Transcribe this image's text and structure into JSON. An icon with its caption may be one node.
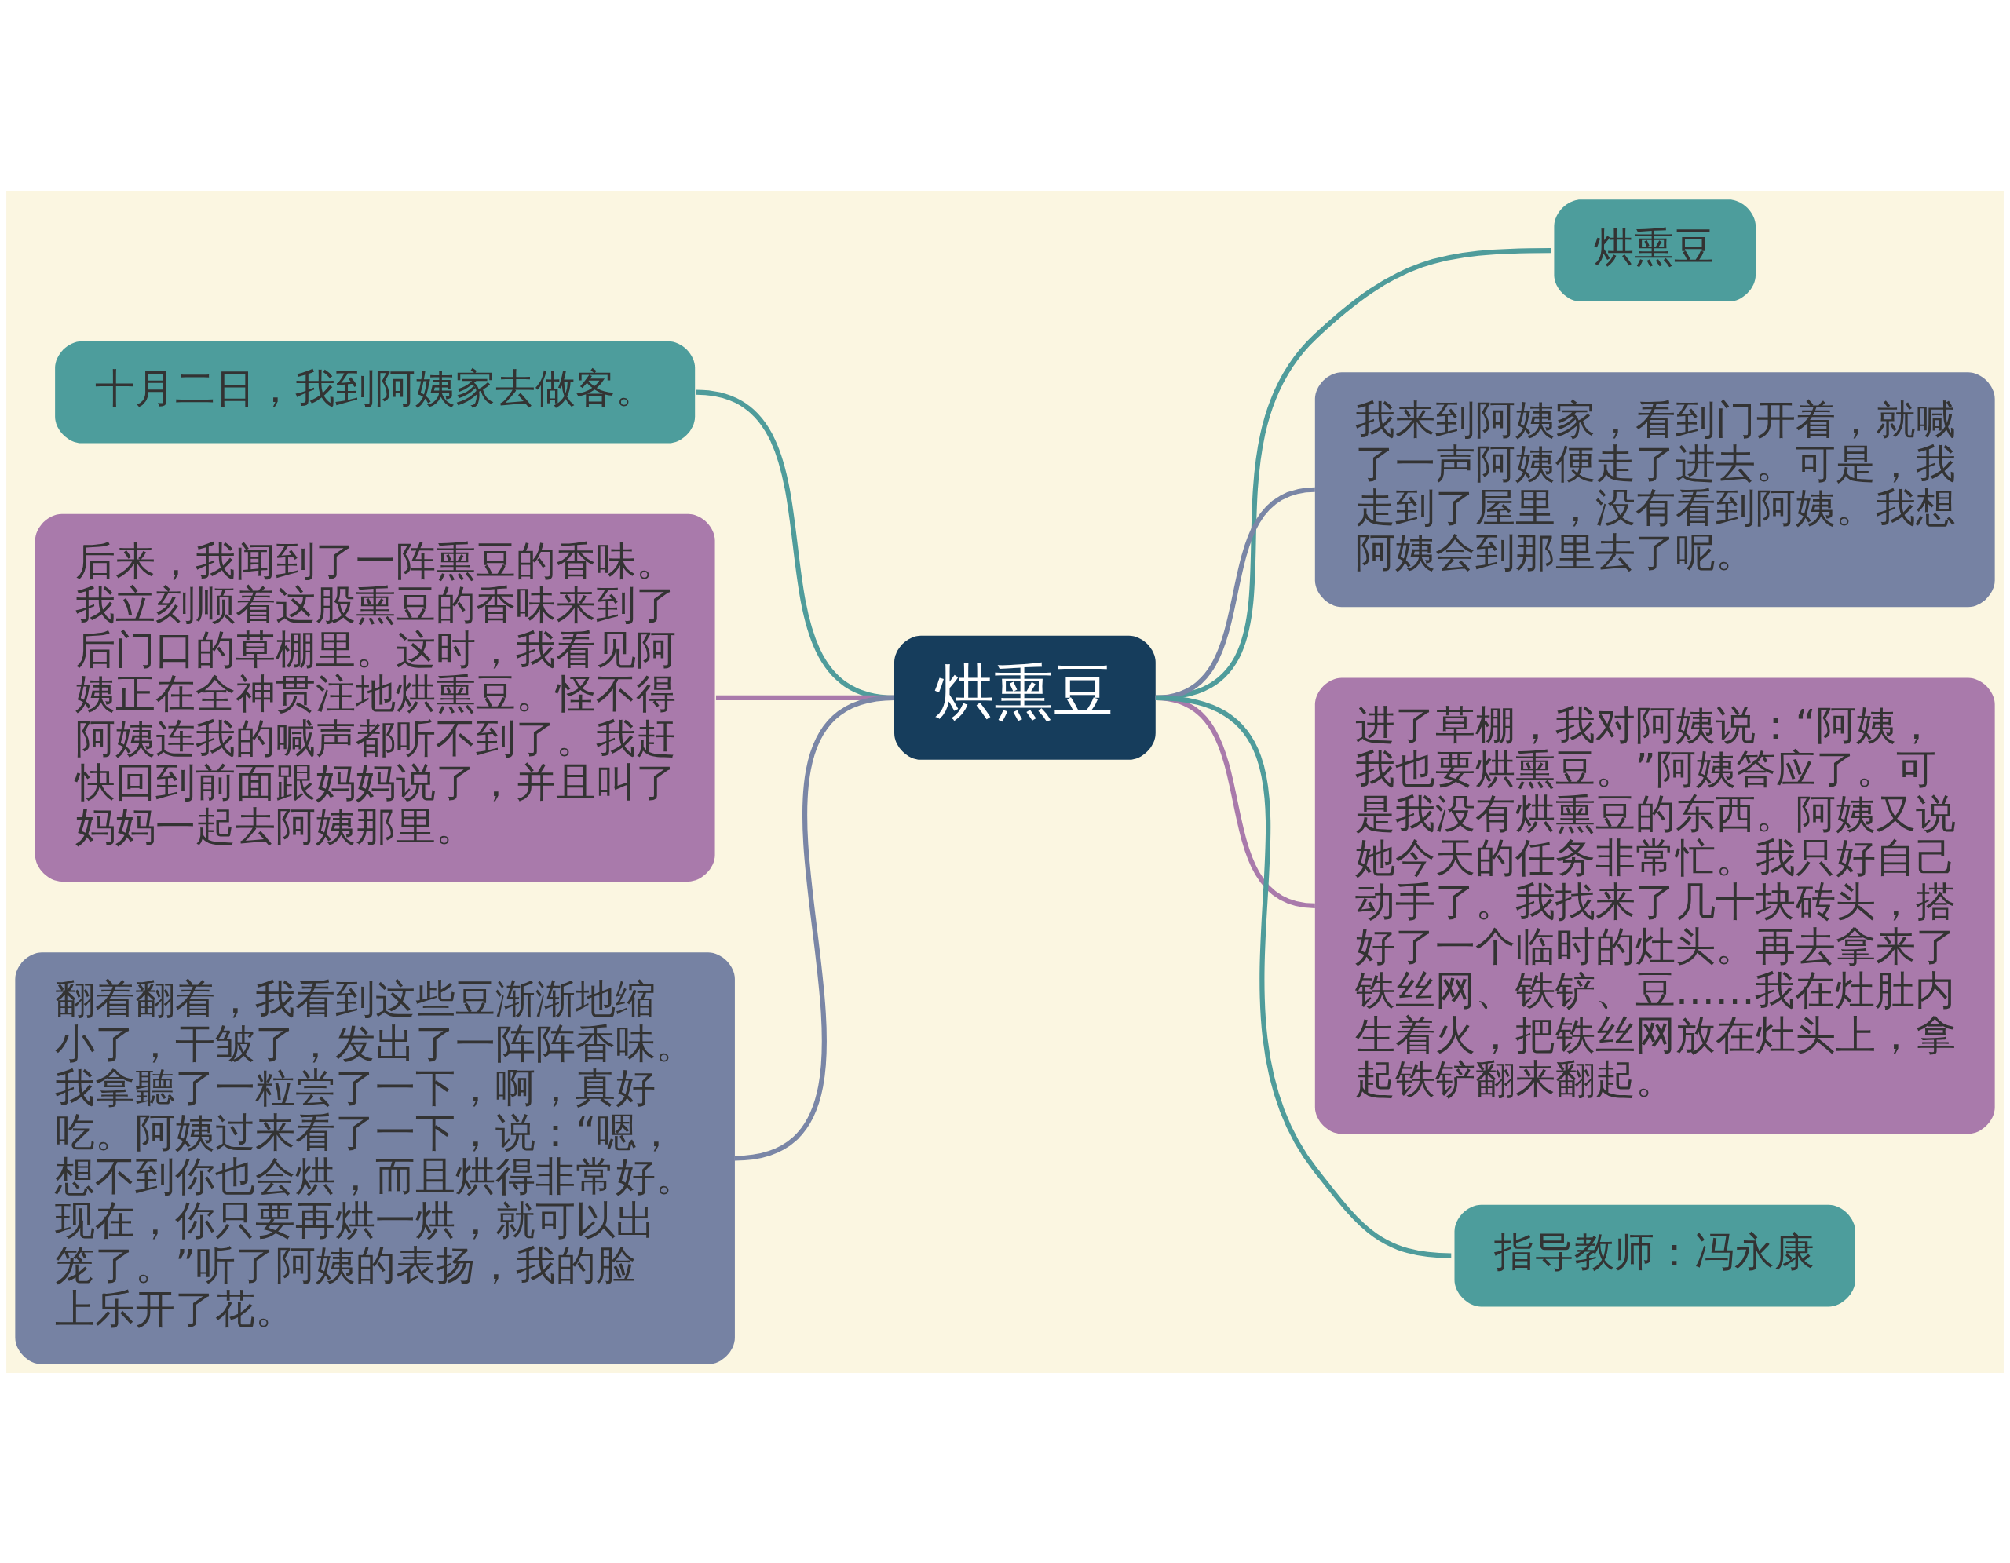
{
  "diagram": {
    "nodes": [
      {
        "text": [
          "烘熏豆"
        ]
      },
      {
        "text": [
          "烘熏豆"
        ]
      },
      {
        "text": [
          "我来到阿姨家，看到门开着，就喊了一声阿姨便走了进去。可是，我走到了屋里，没有看到阿姨。我想阿姨会到那里去了呢。"
        ]
      },
      {
        "text": [
          "进了草棚，我对阿姨说：“阿姨，我也要烘熏豆。”阿姨答应了。可是我没有烘熏豆的东西。阿姨又说她今天的任务非常忙。我只好自己动手了。我找来了几十块砖头，搭好了一个临时的灶头。再去拿来了铁丝网、铁铲、豆……我在灶肚内生着火，把铁丝网放在灶头上，拿起铁铲翻来翻起。"
        ]
      },
      {
        "text": [
          "指导教师：冯永康"
        ]
      },
      {
        "text": [
          "十月二日，我到阿姨家去做客。"
        ]
      },
      {
        "text": [
          "后来，我闻到了一阵熏豆的香味。我立刻顺着这股熏豆的香味来到了后门口的草棚里。这时，我看见阿姨正在全神贯注地烘熏豆。怪不得阿姨连我的喊声都听不到了。我赶快回到前面跟妈妈说了，并且叫了妈妈一起去阿姨那里。"
        ]
      },
      {
        "text": [
          "翻着翻着，我看到这些豆渐渐地缩小了，干皱了，发出了一阵阵香味。我拿聽了一粒尝了一下，啊，真好吃。阿姨过来看了一下，说：“嗯，想不到你也会烘，而且烘得非常好。现在，你只要再烘一烘，就可以出笼了。”听了阿姨的表扬，我的脸上乐开了花。"
        ]
      }
    ],
    "edges": [
      {
        "from": 0,
        "to": 1,
        "arrow": "none"
      },
      {
        "from": 0,
        "to": 2,
        "arrow": "none",
        "color": "#7a86a6"
      },
      {
        "from": 0,
        "to": 3,
        "arrow": "none",
        "color": "#a97aab"
      },
      {
        "from": 0,
        "to": 4,
        "arrow": "none"
      },
      {
        "from": 0,
        "to": 5,
        "arrow": "none"
      },
      {
        "from": 0,
        "to": 6,
        "arrow": "none",
        "color": "#a97aab"
      },
      {
        "from": 0,
        "to": 7,
        "arrow": "none",
        "color": "#7a86a6"
      }
    ]
  }
}
